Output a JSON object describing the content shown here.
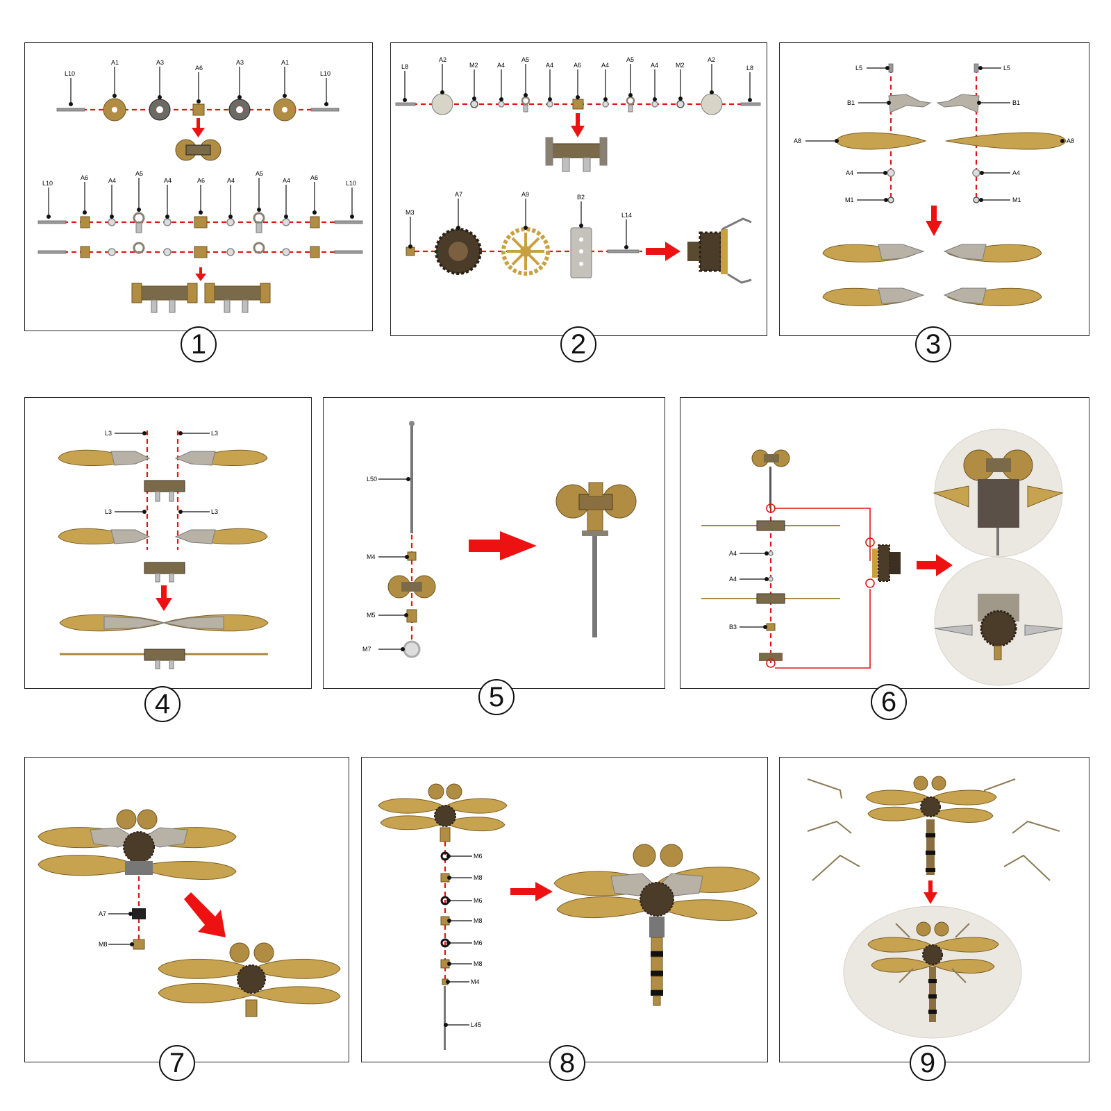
{
  "steps": [
    "1",
    "2",
    "3",
    "4",
    "5",
    "6",
    "7",
    "8",
    "9"
  ],
  "colors": {
    "axis": "#e01515",
    "arrow": "#ee1111",
    "brass": "#b08d42",
    "steel": "#bfbfbf"
  },
  "panel1": {
    "row1": [
      "L10",
      "A1",
      "A3",
      "A6",
      "A3",
      "A1",
      "L10"
    ],
    "row2": [
      "L10",
      "A6",
      "A4",
      "A5",
      "A4",
      "A6",
      "A4",
      "A5",
      "A4",
      "A6",
      "L10"
    ]
  },
  "panel2": {
    "row1": [
      "L8",
      "A2",
      "M2",
      "A4",
      "A5",
      "A4",
      "A6",
      "A4",
      "A5",
      "A4",
      "M2",
      "A2",
      "L8"
    ],
    "row2": [
      "M3",
      "A7",
      "A9",
      "B2",
      "L14"
    ]
  },
  "panel3": {
    "left": [
      "L5",
      "B1",
      "A8",
      "A4",
      "M1"
    ],
    "right": [
      "L5",
      "B1",
      "A8",
      "A4",
      "M1"
    ]
  },
  "panel4": {
    "labels": [
      "L3",
      "L3",
      "L3",
      "L3"
    ]
  },
  "panel5": {
    "labels": [
      "L50",
      "M4",
      "M5",
      "M7"
    ]
  },
  "panel6": {
    "labels": [
      "A4",
      "A4",
      "B3"
    ]
  },
  "panel7": {
    "labels": [
      "A7",
      "M8"
    ]
  },
  "panel8": {
    "labels": [
      "M6",
      "M8",
      "M6",
      "M8",
      "M6",
      "M8",
      "M4",
      "L45"
    ]
  }
}
